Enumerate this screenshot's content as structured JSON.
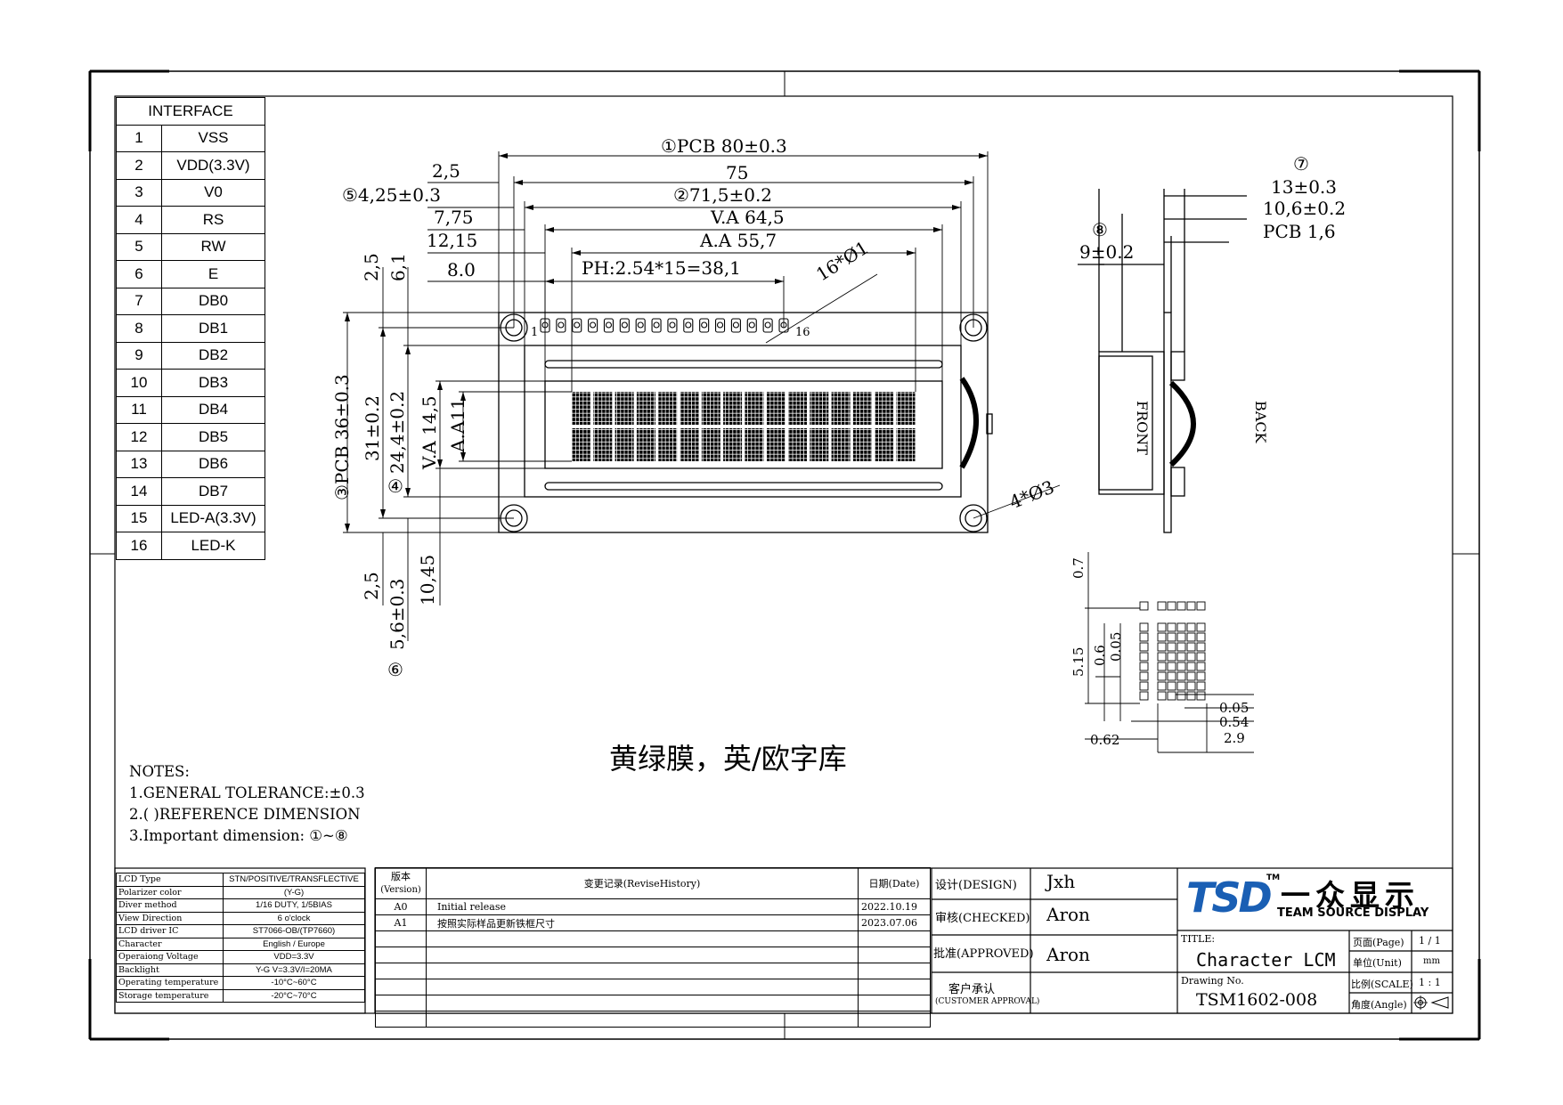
{
  "interface": {
    "header": "INTERFACE",
    "pins": [
      {
        "num": "1",
        "signal": "VSS"
      },
      {
        "num": "2",
        "signal": "VDD(3.3V)"
      },
      {
        "num": "3",
        "signal": "V0"
      },
      {
        "num": "4",
        "signal": "RS"
      },
      {
        "num": "5",
        "signal": "RW"
      },
      {
        "num": "6",
        "signal": "E"
      },
      {
        "num": "7",
        "signal": "DB0"
      },
      {
        "num": "8",
        "signal": "DB1"
      },
      {
        "num": "9",
        "signal": "DB2"
      },
      {
        "num": "10",
        "signal": "DB3"
      },
      {
        "num": "11",
        "signal": "DB4"
      },
      {
        "num": "12",
        "signal": "DB5"
      },
      {
        "num": "13",
        "signal": "DB6"
      },
      {
        "num": "14",
        "signal": "DB7"
      },
      {
        "num": "15",
        "signal": "LED-A(3.3V)"
      },
      {
        "num": "16",
        "signal": "LED-K"
      }
    ]
  },
  "dimensions": {
    "pcb_width": "①PCB 80±0.3",
    "d75": "75",
    "d71": "②71,5±0.2",
    "va": "V.A 64,5",
    "aa": "A.A 55,7",
    "ph": "PH:2.54*15=38,1",
    "d2_5_top": "2,5",
    "d4_25": "⑤4,25±0.3",
    "d7_75": "7,75",
    "d12_15": "12,15",
    "d8_0": "8.0",
    "holes16": "16*Ø1",
    "pin1": "1",
    "pin16": "16",
    "left_2_5": "2,5",
    "left_6_1": "6,1",
    "pcb_height": "③PCB 36±0.3",
    "d31": "31±0.2",
    "d24_4": "24,4±0.2",
    "circle4": "④",
    "va_h": "V.A 14,5",
    "aa_h": "A.A11",
    "bot_2_5": "2,5",
    "bot_5_6": "5,6±0.3",
    "bot_10_45": "10,45",
    "circle6": "⑥",
    "holes4": "4*Ø3",
    "side_13": "⑦",
    "side_13_val": "13±0.3",
    "side_10_6": "10,6±0.2",
    "side_pcb": "PCB 1,6",
    "side_9": "⑧",
    "side_9_val": "9±0.2",
    "front": "FRONT",
    "back": "BACK",
    "dot_0_7": "0.7",
    "dot_5_15": "5.15",
    "dot_0_6": "0.6",
    "dot_0_05": "0.05",
    "dot_0_05b": "0.05",
    "dot_0_54": "0.54",
    "dot_2_9": "2.9",
    "dot_0_62": "0.62"
  },
  "film_title": "黄绿膜，英/欧字库",
  "notes": {
    "title": "NOTES:",
    "n1": "1.GENERAL TOLERANCE:±0.3",
    "n2": "2.(  )REFERENCE DIMENSION",
    "n3": "3.Important dimension: ①~⑧"
  },
  "spec": [
    {
      "k": "LCD Type",
      "v": "STN/POSITIVE/TRANSFLECTIVE"
    },
    {
      "k": "Polarizer color",
      "v": "(Y-G)"
    },
    {
      "k": "Diver method",
      "v": "1/16 DUTY, 1/5BIAS"
    },
    {
      "k": "View Direction",
      "v": "6 o'clock"
    },
    {
      "k": "LCD driver IC",
      "v": "ST7066-OB/(TP7660)"
    },
    {
      "k": "Character",
      "v": "English / Europe"
    },
    {
      "k": "Operaiong Voltage",
      "v": "VDD=3.3V"
    },
    {
      "k": "Backlight",
      "v": "Y-G  V=3.3V/I=20MA"
    },
    {
      "k": "Operating temperature",
      "v": "-10°C~60°C"
    },
    {
      "k": "Storage temperature",
      "v": "-20°C~70°C"
    }
  ],
  "revision": {
    "h_version": "版本",
    "h_version_en": "(Version)",
    "h_record": "变更记录(ReviseHistory)",
    "h_date": "日期(Date)",
    "rows": [
      {
        "ver": "A0",
        "desc": "Initial release",
        "date": "2022.10.19"
      },
      {
        "ver": "A1",
        "desc": "按照实际样品更新铁框尺寸",
        "date": "2023.07.06"
      }
    ]
  },
  "titleblock": {
    "design_label": "设计(DESIGN)",
    "design_value": "Jxh",
    "checked_label": "审核(CHECKED)",
    "checked_value": "Aron",
    "approved_label": "批准(APPROVED)",
    "approved_value": "Aron",
    "customer_label": "客户承认",
    "customer_label_en": "(CUSTOMER APPROVAL)",
    "title_label": "TITLE:",
    "title_value": "Character LCM",
    "drawing_label": "Drawing No.",
    "drawing_value": "TSM1602-008",
    "page_label": "页面(Page)",
    "page_value": "1 / 1",
    "unit_label": "单位(Unit)",
    "unit_value": "mm",
    "scale_label": "比例(SCALE)",
    "scale_value": "1 : 1",
    "angle_label": "角度(Angle)",
    "logo_mark": "TSD",
    "logo_cn": "一众显示",
    "logo_en": "TEAM SOURCE DISPLAY",
    "logo_tm": "TM"
  },
  "colors": {
    "logo_blue": "#1a5fb4",
    "line": "#000000"
  }
}
